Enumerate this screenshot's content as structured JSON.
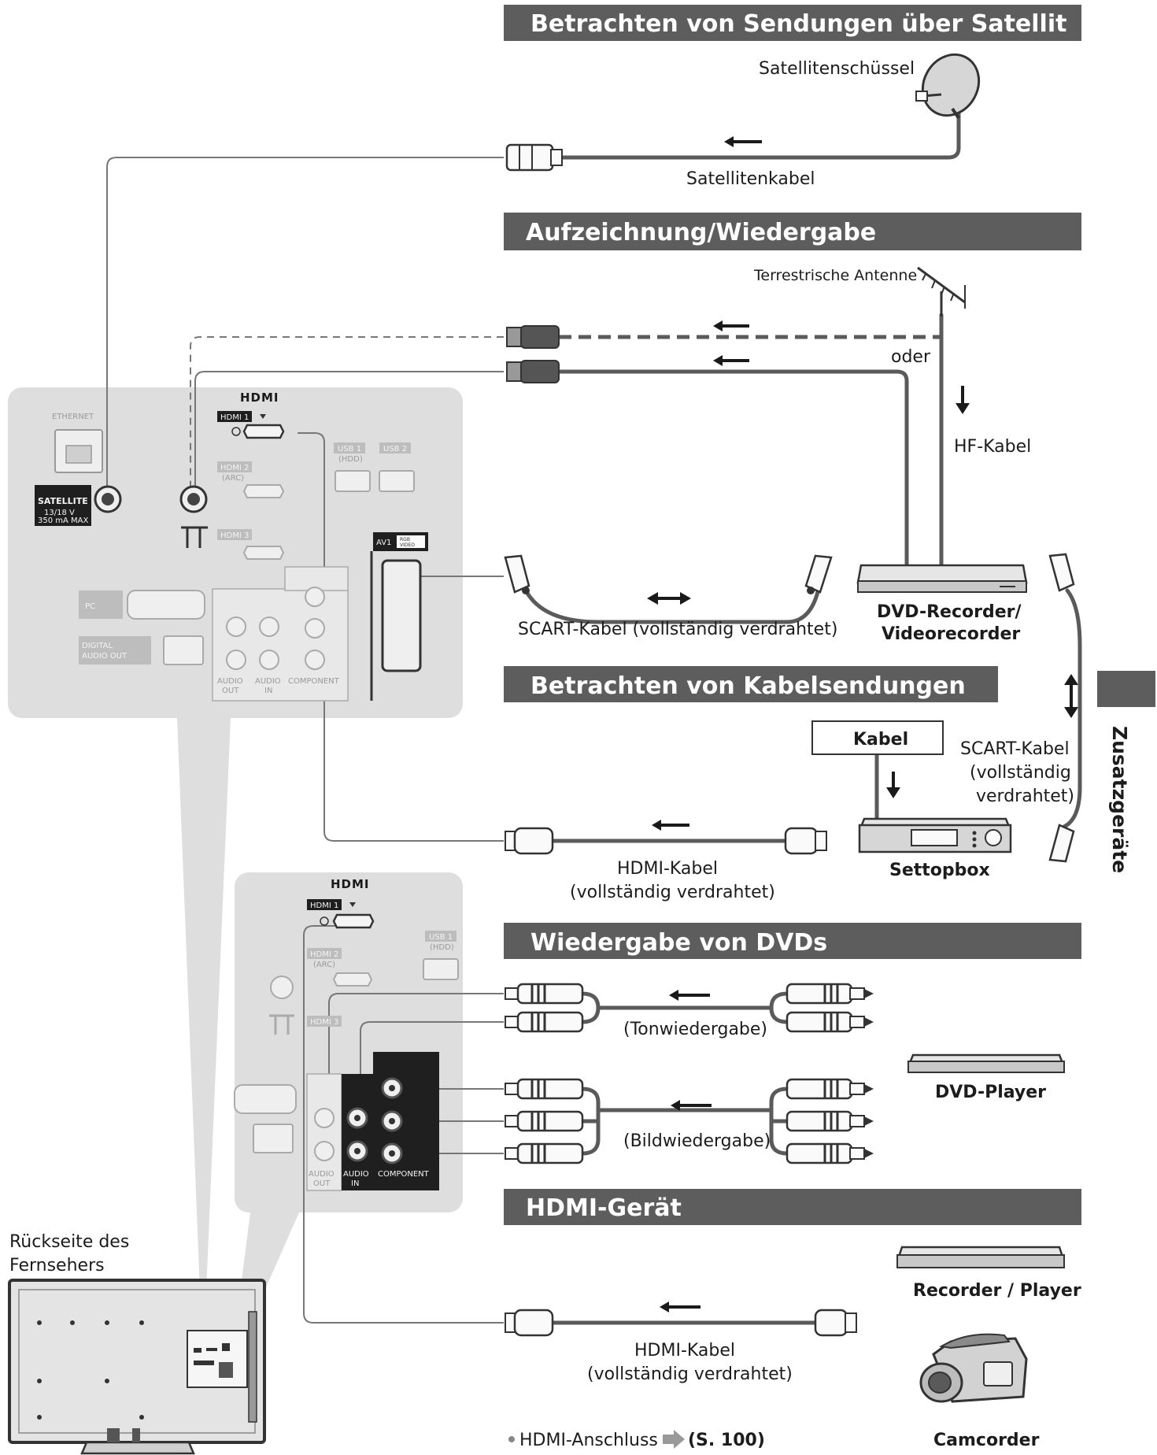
{
  "sections": {
    "satellite": "Betrachten von Sendungen über Satellit",
    "recording": "Aufzeichnung/Wiedergabe",
    "cable_tv": "Betrachten von Kabelsendungen",
    "dvd": "Wiedergabe von DVDs",
    "hdmi_device": "HDMI-Gerät"
  },
  "labels": {
    "satellite_dish": "Satellitenschüssel",
    "satellite_cable": "Satellitenkabel",
    "terrestrial_antenna": "Terrestrische Antenne",
    "or": "oder",
    "rf_cable": "HF-Kabel",
    "scart_cable": "SCART-Kabel (vollständig verdrahtet)",
    "scart_cable_side": [
      "SCART-Kabel",
      "(vollständig",
      "verdrahtet)"
    ],
    "dvd_recorder": [
      "DVD-Recorder/",
      "Videorecorder"
    ],
    "cable_box": "Kabel",
    "settopbox": "Settopbox",
    "hdmi_cable_1": [
      "HDMI-Kabel",
      "(vollständig verdrahtet)"
    ],
    "audio_playback": "(Tonwiedergabe)",
    "video_playback": "(Bildwiedergabe)",
    "dvd_player": "DVD-Player",
    "recorder_player": "Recorder / Player",
    "hdmi_cable_2": [
      "HDMI-Kabel",
      "(vollständig verdrahtet)"
    ],
    "camcorder": "Camcorder",
    "tv_rear": [
      "Rückseite des",
      "Fernsehers"
    ],
    "hdmi_connection": "HDMI-Anschluss",
    "page_ref": "(S. 100)",
    "side_tab": "Zusatzgeräte"
  },
  "panel_labels": {
    "hdmi_logo": "HDMI",
    "ethernet": "ETHERNET",
    "satellite": "SATELLITE",
    "satellite_spec": [
      "13/18 V",
      "350 mA MAX"
    ],
    "hdmi1": "HDMI 1",
    "hdmi2": "HDMI 2",
    "arc": "(ARC)",
    "hdmi3": "HDMI 3",
    "usb1": "USB 1",
    "hdd": "(HDD)",
    "usb2": "USB 2",
    "av1": "AV1",
    "rgb": "RGB",
    "video": "VIDEO",
    "pc": "PC",
    "digital_audio_out": [
      "DIGITAL",
      "AUDIO OUT"
    ],
    "audio_out": [
      "AUDIO",
      "OUT"
    ],
    "audio_in": [
      "AUDIO",
      "IN"
    ],
    "component": "COMPONENT"
  },
  "colors": {
    "header_bar": "#5d5d5d",
    "panel": "#dedede",
    "cable": "#5a5a5a"
  }
}
